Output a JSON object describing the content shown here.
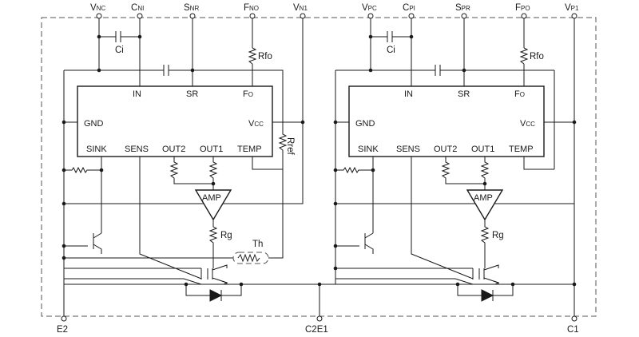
{
  "top_terminals_left": [
    {
      "main": "V",
      "sub": "NC"
    },
    {
      "main": "C",
      "sub": "NI"
    },
    {
      "main": "S",
      "sub": "NR"
    },
    {
      "main": "F",
      "sub": "NO"
    },
    {
      "main": "V",
      "sub": "N1"
    }
  ],
  "top_terminals_right": [
    {
      "main": "V",
      "sub": "PC"
    },
    {
      "main": "C",
      "sub": "PI"
    },
    {
      "main": "S",
      "sub": "PR"
    },
    {
      "main": "F",
      "sub": "PO"
    },
    {
      "main": "V",
      "sub": "P1"
    }
  ],
  "ic": {
    "pin_in": "IN",
    "pin_sr": "SR",
    "pin_fo_main": "F",
    "pin_fo_sub": "O",
    "pin_gnd": "GND",
    "pin_vcc_main": "V",
    "pin_vcc_sub": "CC",
    "pin_sink": "SINK",
    "pin_sens": "SENS",
    "pin_out2": "OUT2",
    "pin_out1": "OUT1",
    "pin_temp": "TEMP"
  },
  "components": {
    "ci": "Ci",
    "rfo": "Rfo",
    "rref": "Rref",
    "amp": "AMP",
    "rg": "Rg",
    "th": "Th"
  },
  "bottom_terminals": [
    "E2",
    "C2E1",
    "C1"
  ]
}
